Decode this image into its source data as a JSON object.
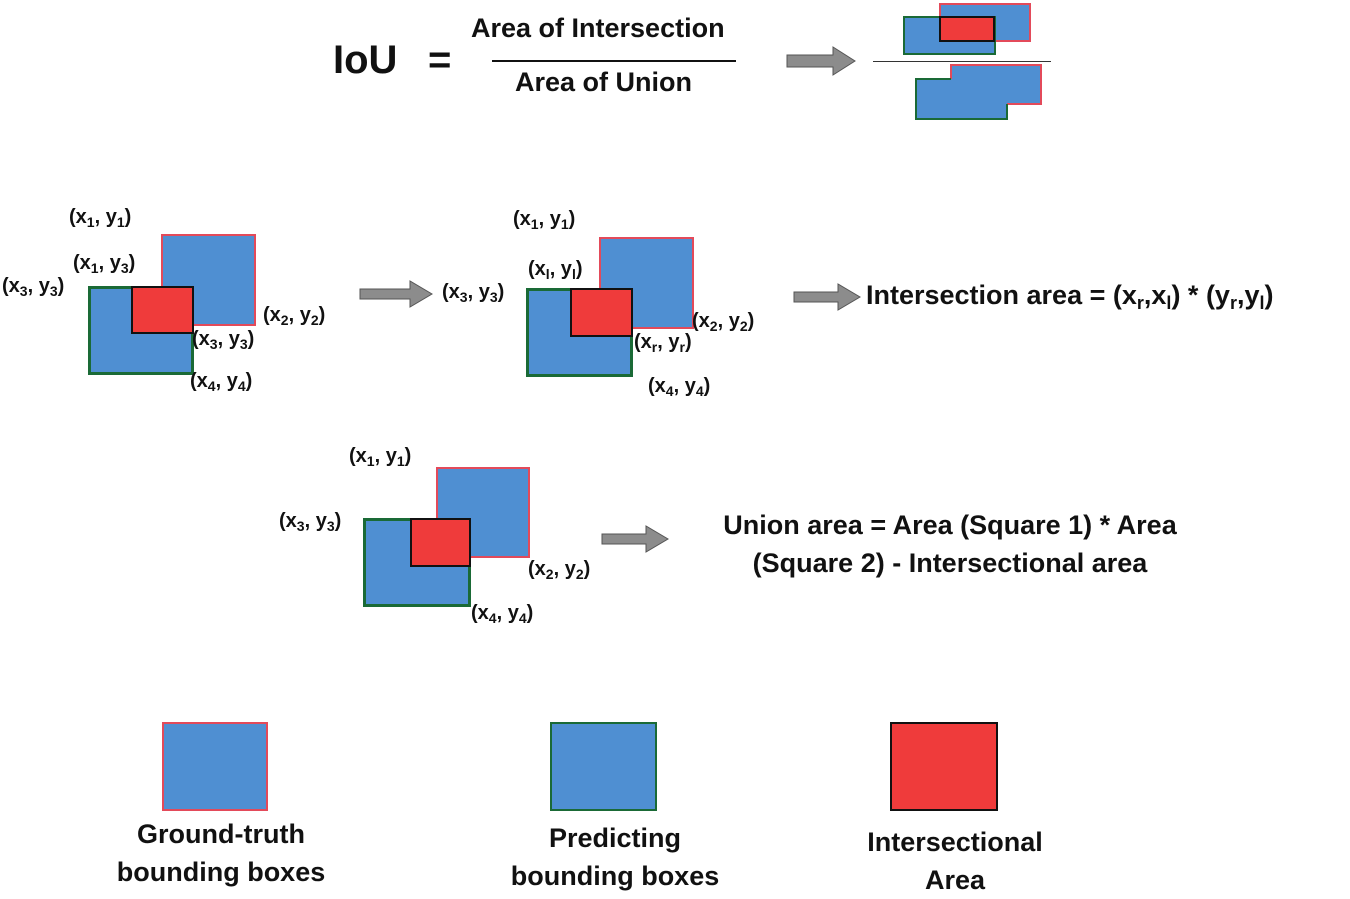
{
  "formula": {
    "lhs": "IoU",
    "equals": "=",
    "numerator": "Area of Intersection",
    "denominator": "Area of Union"
  },
  "step1": {
    "p1": "(x",
    "p1s": "1",
    "p1m": ", y",
    "p1t": "1",
    "p1e": ")",
    "p2": "(x",
    "p2s": "1",
    "p2m": ", y",
    "p2t": "3",
    "p2e": ")",
    "p3": "(x",
    "p3s": "3",
    "p3m": ", y",
    "p3t": "3",
    "p3e": ")",
    "p4": "(x",
    "p4s": "2",
    "p4m": ", y",
    "p4t": "2",
    "p4e": ")",
    "p5": "(x",
    "p5s": "3",
    "p5m": ", y",
    "p5t": "3",
    "p5e": ")",
    "p6": "(x",
    "p6s": "4",
    "p6m": ", y",
    "p6t": "4",
    "p6e": ")"
  },
  "step2": {
    "p1": "(x",
    "p1s": "1",
    "p1m": ", y",
    "p1t": "1",
    "p1e": ")",
    "p2": "(x",
    "p2s": "l",
    "p2m": ", y",
    "p2t": "l",
    "p2e": ")",
    "p3": "(x",
    "p3s": "3",
    "p3m": ", y",
    "p3t": "3",
    "p3e": ")",
    "p4": "(x",
    "p4s": "2",
    "p4m": ", y",
    "p4t": "2",
    "p4e": ")",
    "p5": "(x",
    "p5s": "r",
    "p5m": ", y",
    "p5t": "r",
    "p5e": ")",
    "p6": "(x",
    "p6s": "4",
    "p6m": ", y",
    "p6t": "4",
    "p6e": ")"
  },
  "intersection_formula": {
    "a": "Intersection area = (x",
    "s1": "r",
    "b": ",x",
    "s2": "l",
    "c": ") * (y",
    "s3": "r",
    "d": ",y",
    "s4": "l",
    "e": ")"
  },
  "step3": {
    "p1": "(x",
    "p1s": "1",
    "p1m": ", y",
    "p1t": "1",
    "p1e": ")",
    "p3": "(x",
    "p3s": "3",
    "p3m": ", y",
    "p3t": "3",
    "p3e": ")",
    "p4": "(x",
    "p4s": "2",
    "p4m": ", y",
    "p4t": "2",
    "p4e": ")",
    "p6": "(x",
    "p6s": "4",
    "p6m": ", y",
    "p6t": "4",
    "p6e": ")"
  },
  "union_formula": {
    "line1": "Union area = Area (Square 1) * Area",
    "line2": "(Square 2) - Intersectional area"
  },
  "legend": {
    "ground_truth_line1": "Ground-truth",
    "ground_truth_line2": "bounding boxes",
    "predicting_line1": "Predicting",
    "predicting_line2": "bounding boxes",
    "intersection_line1": "Intersectional",
    "intersection_line2": "Area"
  },
  "colors": {
    "box_fill": "#4f8fd2",
    "ground_truth_border": "#e34a5a",
    "predicting_border": "#1a6a36",
    "intersection_fill": "#ef3b3b",
    "arrow": "#8c8c8c"
  }
}
